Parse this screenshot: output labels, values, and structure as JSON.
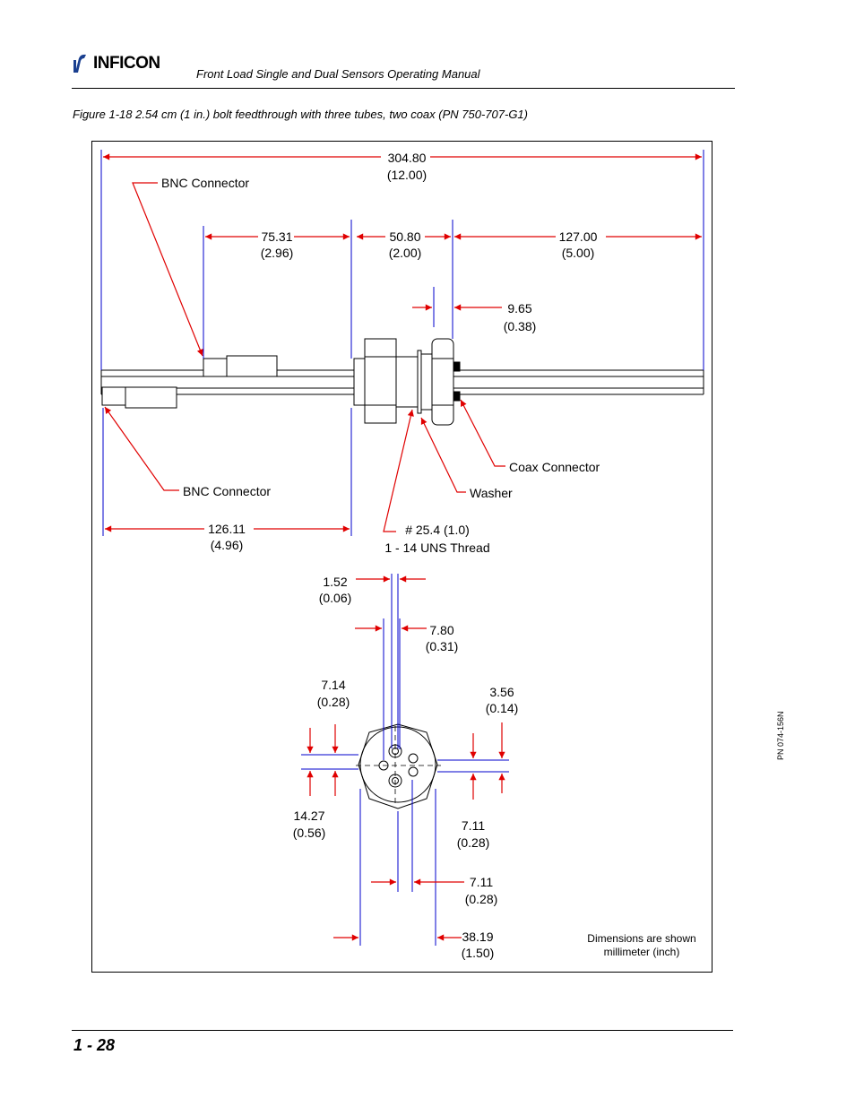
{
  "header": {
    "logo_text": "INFICON",
    "manual_title": "Front Load Single and Dual Sensors Operating Manual"
  },
  "figure": {
    "caption": "Figure 1-18  2.54 cm (1 in.) bolt feedthrough with three tubes, two coax (PN 750-707-G1)",
    "labels": {
      "bnc_top": "BNC Connector",
      "bnc_bottom": "BNC Connector",
      "coax": "Coax Connector",
      "washer": "Washer",
      "thread_1": "# 25.4 (1.0)",
      "thread_2": "1 - 14 UNS Thread",
      "note_1": "Dimensions are shown",
      "note_2": "millimeter (inch)"
    },
    "dimensions": {
      "overall_mm": "304.80",
      "overall_in": "(12.00)",
      "d1_mm": "75.31",
      "d1_in": "(2.96)",
      "d2_mm": "50.80",
      "d2_in": "(2.00)",
      "d3_mm": "127.00",
      "d3_in": "(5.00)",
      "d4_mm": "9.65",
      "d4_in": "(0.38)",
      "d5_mm": "126.11",
      "d5_in": "(4.96)",
      "e1_mm": "1.52",
      "e1_in": "(0.06)",
      "e2_mm": "7.80",
      "e2_in": "(0.31)",
      "e3_mm": "7.14",
      "e3_in": "(0.28)",
      "e4_mm": "3.56",
      "e4_in": "(0.14)",
      "e5_mm": "14.27",
      "e5_in": "(0.56)",
      "e6_mm": "7.11",
      "e6_in": "(0.28)",
      "e7_mm": "7.11",
      "e7_in": "(0.28)",
      "e8_mm": "38.19",
      "e8_in": "(1.50)"
    },
    "colors": {
      "dimension": "#e00000",
      "extension": "#0000cc",
      "outline": "#000000"
    }
  },
  "side_text": {
    "part_number": "PN 074-156N"
  },
  "footer": {
    "page_number": "1 - 28"
  }
}
